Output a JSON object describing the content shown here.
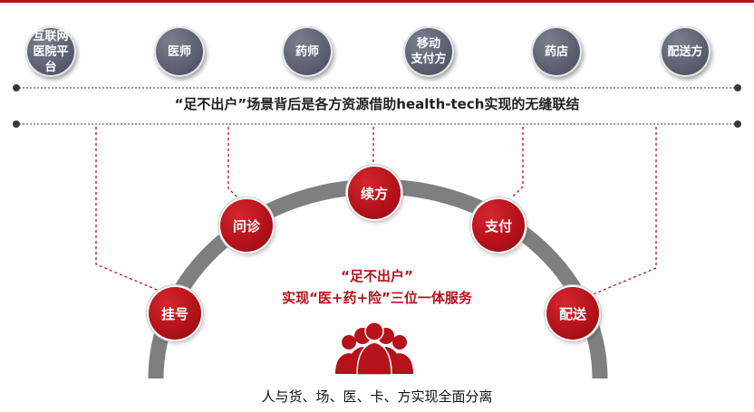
{
  "actors": [
    {
      "label": "互联网\n医院平台"
    },
    {
      "label": "医师"
    },
    {
      "label": "药师"
    },
    {
      "label": "移动\n支付方"
    },
    {
      "label": "药店"
    },
    {
      "label": "配送方"
    }
  ],
  "caption": "“足不出户”场景背后是各方资源借助health-tech实现的无缝联结",
  "steps": [
    {
      "label": "挂号"
    },
    {
      "label": "问诊"
    },
    {
      "label": "续方"
    },
    {
      "label": "支付"
    },
    {
      "label": "配送"
    }
  ],
  "center": {
    "line1": "“足不出户”",
    "line2": "实现“医+药+险”三位一体服务"
  },
  "bottom_text": "人与货、场、医、卡、方实现全面分离",
  "icons": {
    "people": "people-group-icon"
  },
  "colors": {
    "accent": "#b5121b",
    "actor": "#5c6070",
    "arc": "#808080"
  }
}
